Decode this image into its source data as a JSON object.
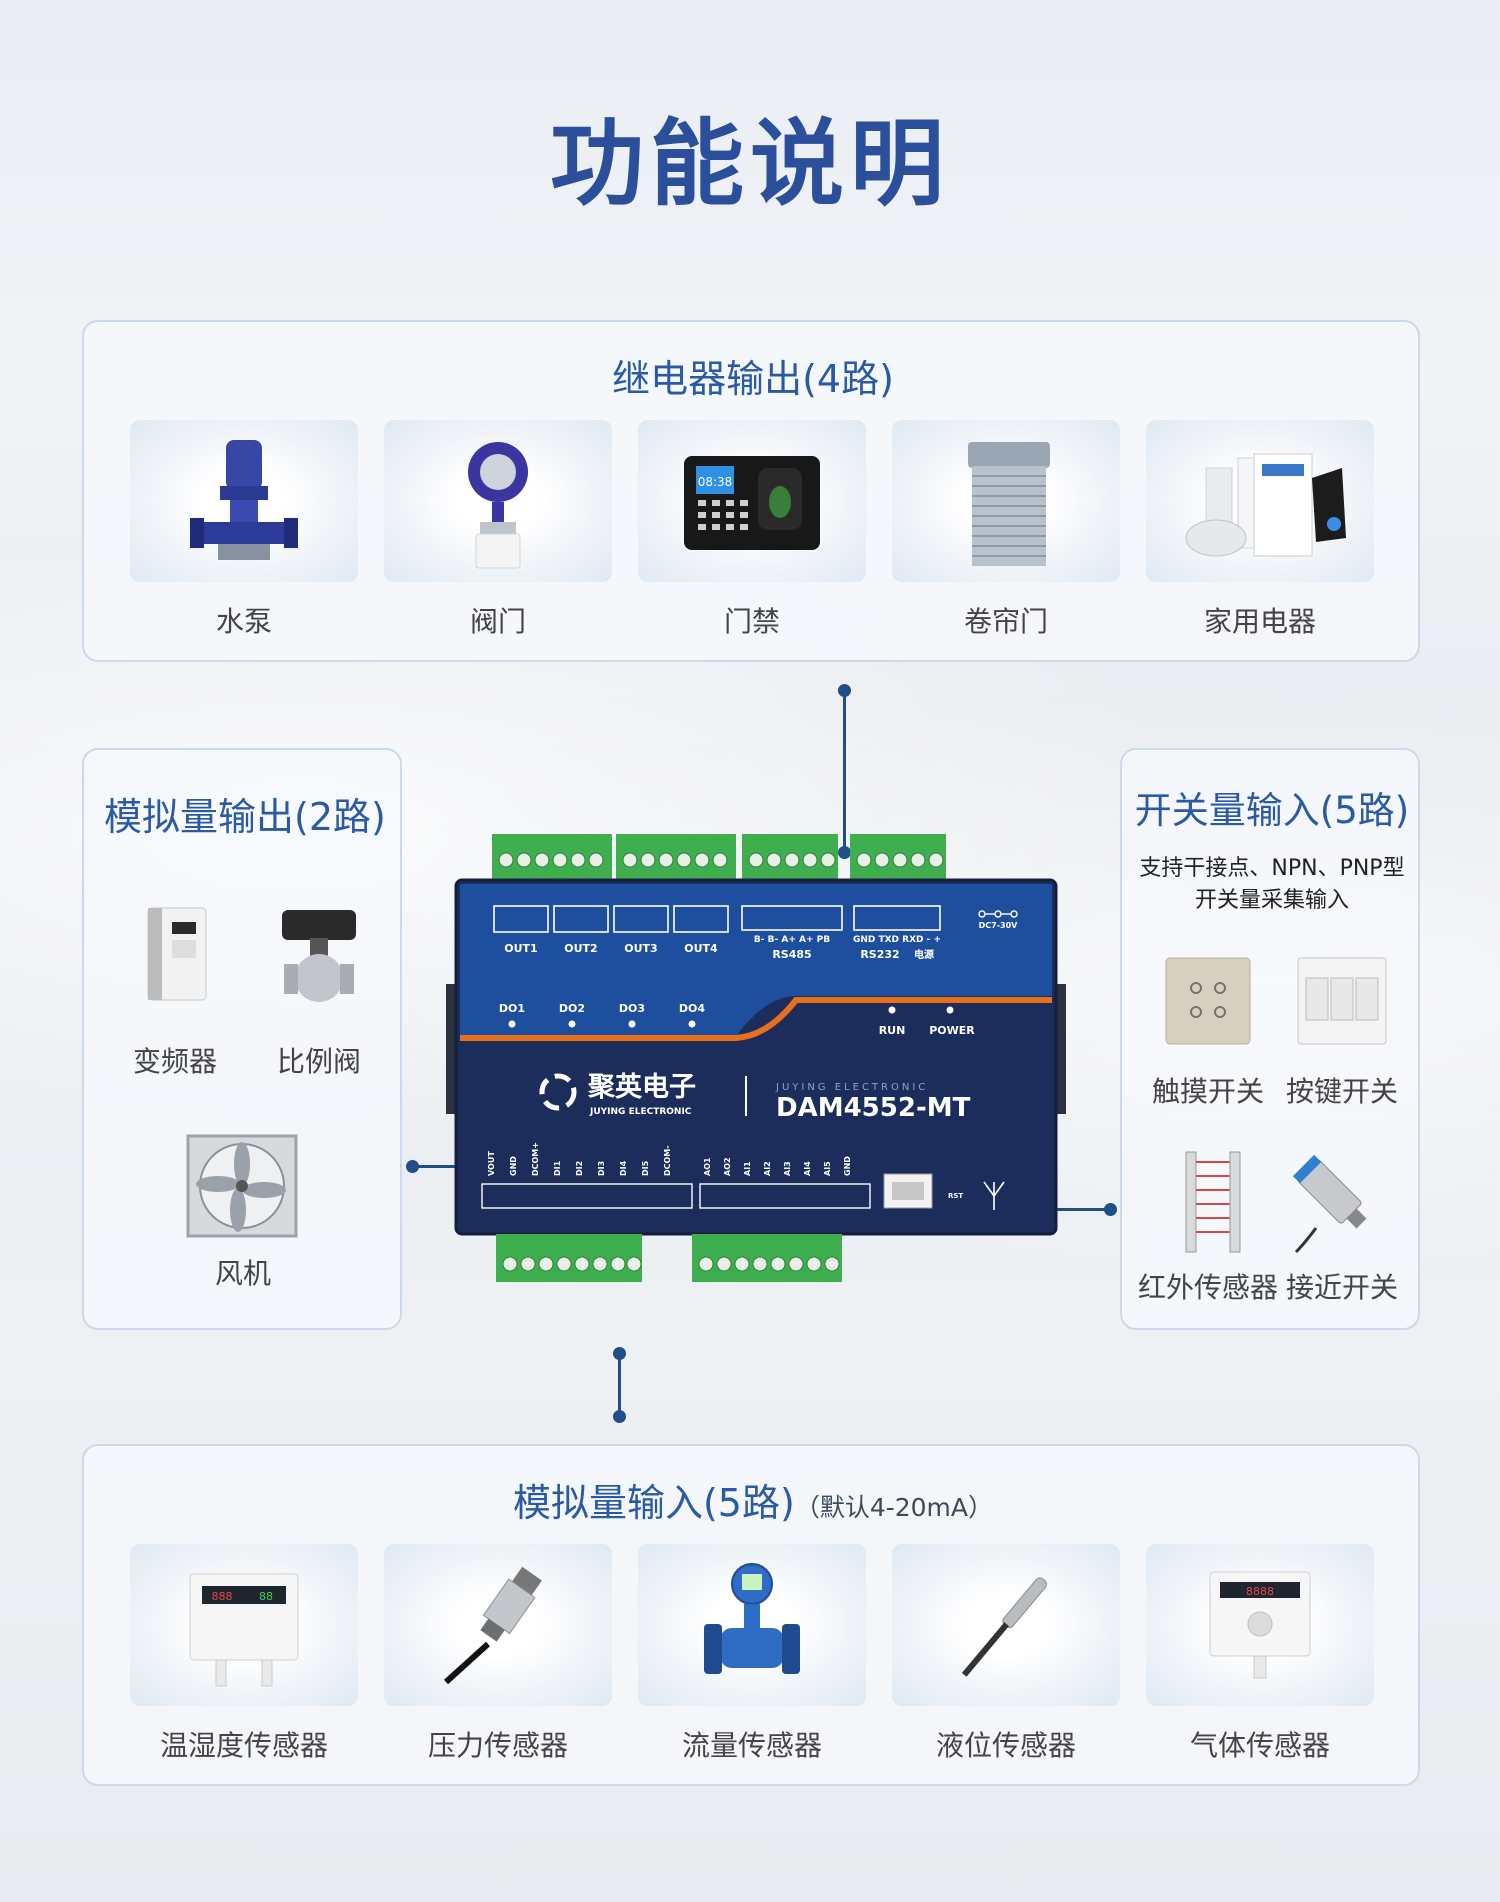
{
  "page_title": "功能说明",
  "relay_output": {
    "title": "继电器输出(4路)",
    "items": [
      "水泵",
      "阀门",
      "门禁",
      "卷帘门",
      "家用电器"
    ]
  },
  "analog_output": {
    "title": "模拟量输出(2路)",
    "items": [
      "变频器",
      "比例阀",
      "风机"
    ]
  },
  "digital_input": {
    "title": "开关量输入(5路)",
    "desc_line1": "支持干接点、NPN、PNP型",
    "desc_line2": "开关量采集输入",
    "items": [
      "触摸开关",
      "按键开关",
      "红外传感器",
      "接近开关"
    ]
  },
  "analog_input": {
    "title": "模拟量输入(5路)",
    "subtitle": "（默认4-20mA）",
    "items": [
      "温湿度传感器",
      "压力传感器",
      "流量传感器",
      "液位传感器",
      "气体传感器"
    ]
  },
  "device": {
    "brand_cn": "聚英电子",
    "brand_en": "JUYING ELECTRONIC",
    "brand_en_spaced": "JUYING ELECTRONIC",
    "model": "DAM4552-MT",
    "relay_labels": [
      "OUT1",
      "OUT2",
      "OUT3",
      "OUT4"
    ],
    "do_labels": [
      "DO1",
      "DO2",
      "DO3",
      "DO4"
    ],
    "rs485_pins": "B-  B-  A+  A+  PB",
    "rs485_label": "RS485",
    "rs232_pins": "GND TXD RXD  -   +",
    "rs232_label": "RS232",
    "power_label": "电源",
    "dc_label": "DC7-30V",
    "run_label": "RUN",
    "power_led_label": "POWER",
    "bottom_left_pins": [
      "VOUT",
      "GND",
      "DCOM+",
      "DI1",
      "DI2",
      "DI3",
      "DI4",
      "DI5",
      "DCOM-"
    ],
    "bottom_right_pins": [
      "AO1",
      "AO2",
      "AI1",
      "AI2",
      "AI3",
      "AI4",
      "AI5",
      "GND"
    ],
    "rst_label": "RST"
  },
  "colors": {
    "title_blue": "#2b4f9a",
    "panel_title_blue": "#2a59a6",
    "device_navy": "#1c2d5c",
    "device_blue": "#1e4f9e",
    "accent_orange": "#e8701c",
    "terminal_green": "#3fae4e",
    "connector_line": "#1f4e8a"
  }
}
